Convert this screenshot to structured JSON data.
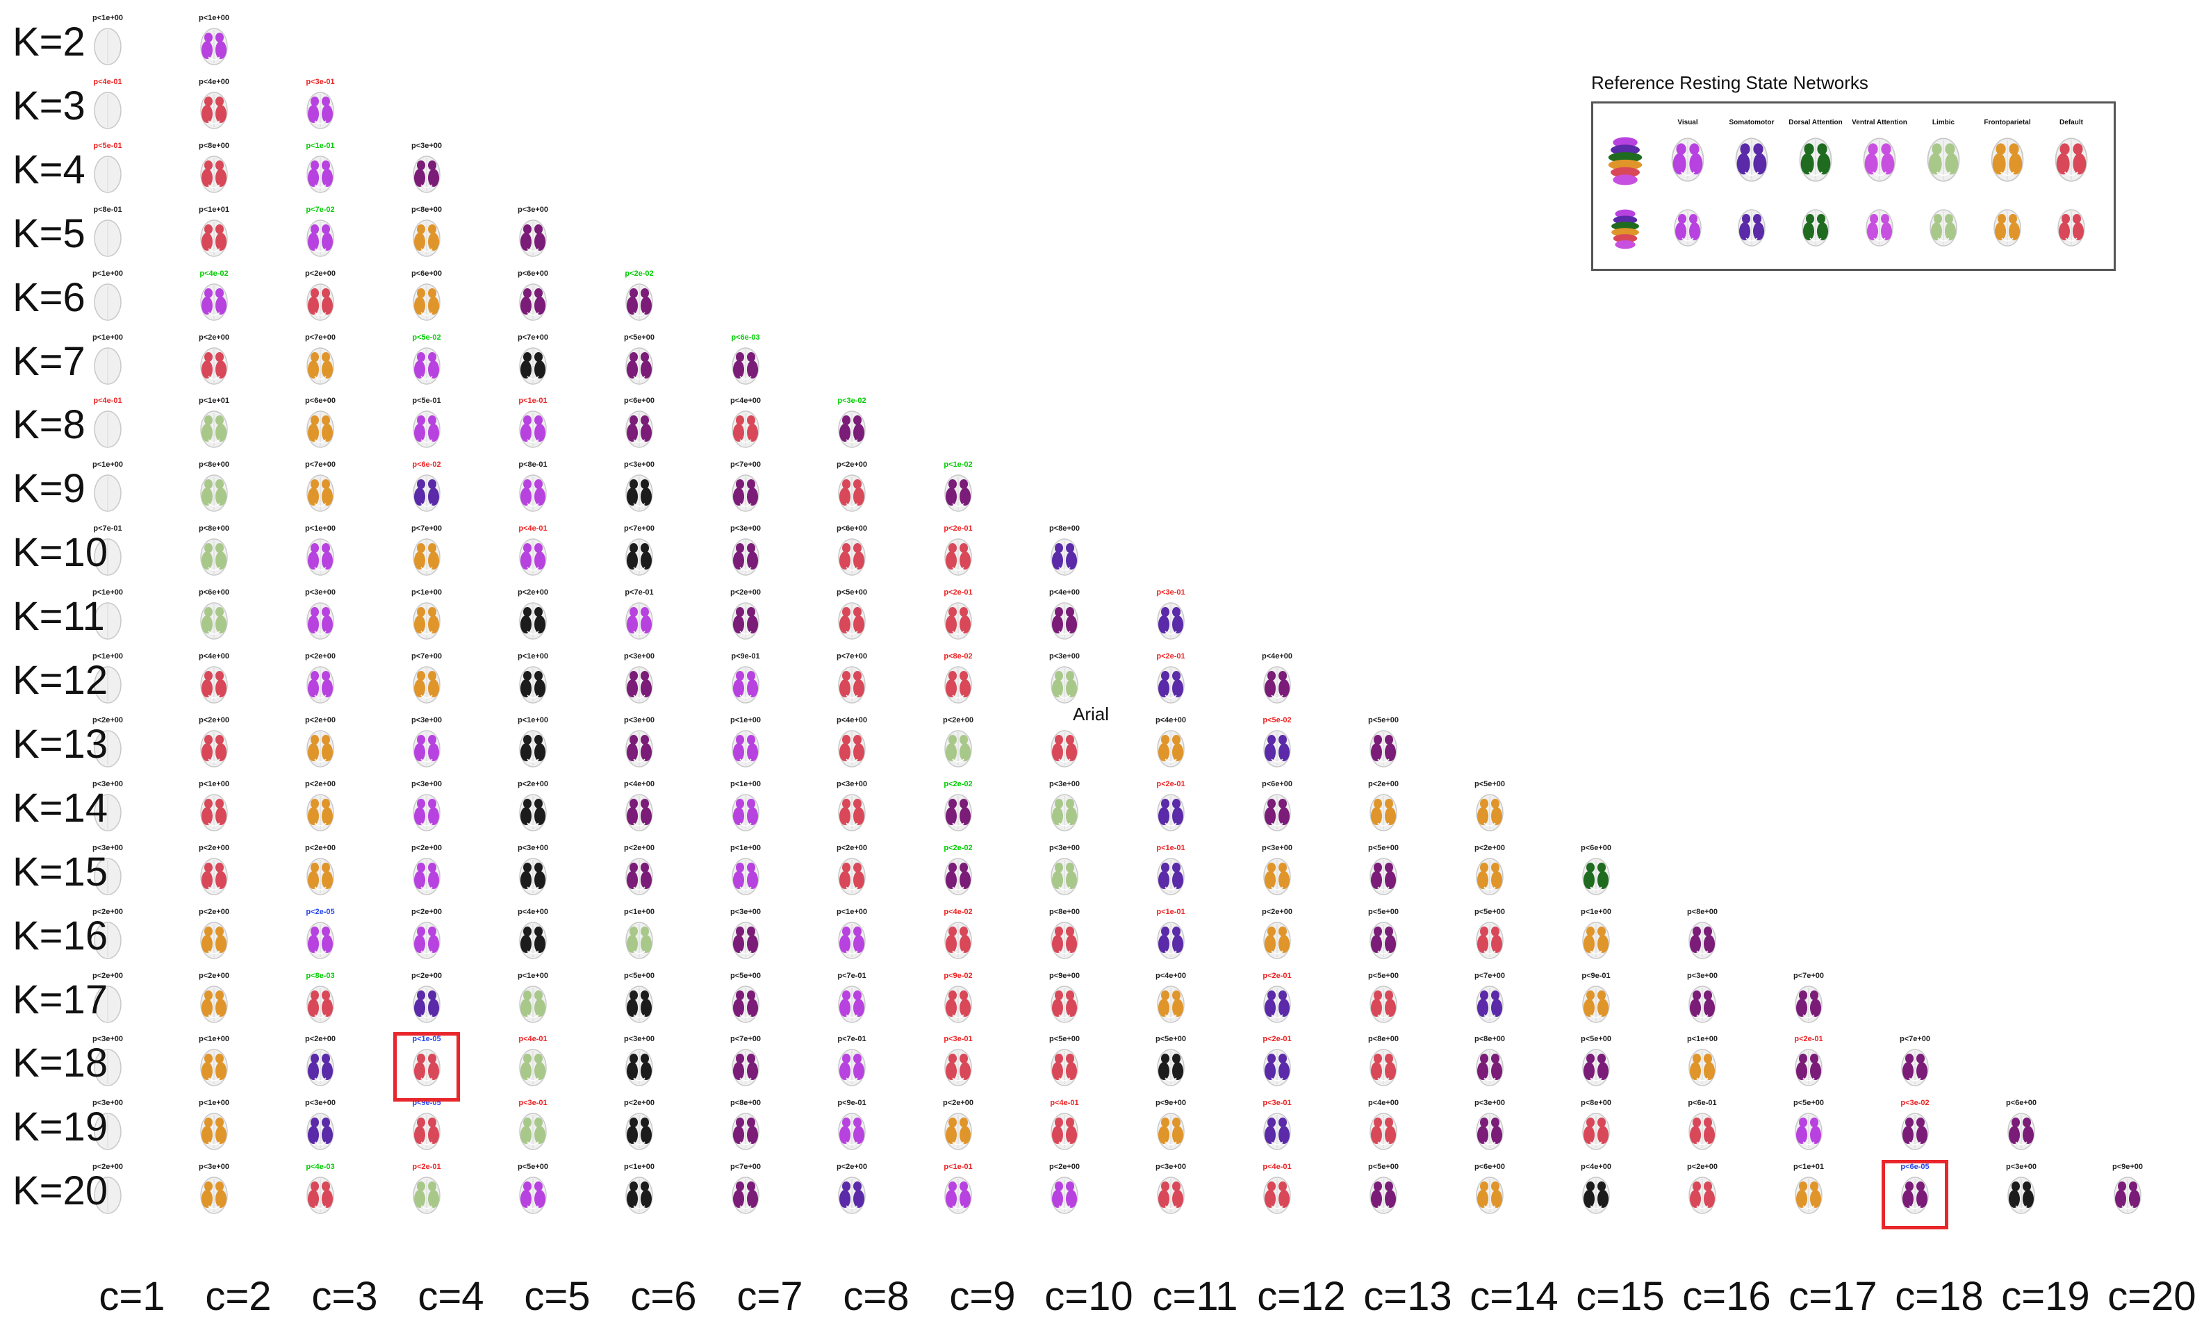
{
  "palette": {
    "visual": "#b842e0",
    "somatomotor": "#5a2aa8",
    "dorsal_attention": "#1f6b1f",
    "ventral_attention": "#c850e0",
    "limbic": "#a8c88a",
    "frontoparietal": "#e0952a",
    "default": "#d94858",
    "deep_purple": "#7a1c78",
    "black": "#1c1c1c",
    "empty": "#f0f0f0"
  },
  "pvalue_colors": {
    "k": "#222222",
    "r": "#ee2222",
    "g": "#00cc00",
    "b": "#2244ee"
  },
  "row_labels": [
    "K=2",
    "K=3",
    "K=4",
    "K=5",
    "K=6",
    "K=7",
    "K=8",
    "K=9",
    "K=10",
    "K=11",
    "K=12",
    "K=13",
    "K=14",
    "K=15",
    "K=16",
    "K=17",
    "K=18",
    "K=19",
    "K=20"
  ],
  "col_labels": [
    "c=1",
    "c=2",
    "c=3",
    "c=4",
    "c=5",
    "c=6",
    "c=7",
    "c=8",
    "c=9",
    "c=10",
    "c=11",
    "c=12",
    "c=13",
    "c=14",
    "c=15",
    "c=16",
    "c=17",
    "c=18",
    "c=19",
    "c=20"
  ],
  "legend": {
    "title": "Reference Resting State Networks",
    "networks": [
      {
        "name": "",
        "color": "composite"
      },
      {
        "name": "Visual",
        "color": "visual"
      },
      {
        "name": "Somatomotor",
        "color": "somatomotor"
      },
      {
        "name": "Dorsal Attention",
        "color": "dorsal_attention"
      },
      {
        "name": "Ventral Attention",
        "color": "ventral_attention"
      },
      {
        "name": "Limbic",
        "color": "limbic"
      },
      {
        "name": "Frontoparietal",
        "color": "frontoparietal"
      },
      {
        "name": "Default",
        "color": "default"
      }
    ]
  },
  "stray_text": "Arial",
  "highlights": [
    {
      "row": "K=18",
      "col": "c=4"
    },
    {
      "row": "K=20",
      "col": "c=18"
    }
  ],
  "grid": [
    [
      [
        "p<1e+00",
        "k",
        "empty"
      ],
      [
        "p<1e+00",
        "k",
        "visual"
      ]
    ],
    [
      [
        "p<4e-01",
        "r",
        "empty"
      ],
      [
        "p<4e+00",
        "k",
        "default"
      ],
      [
        "p<3e-01",
        "r",
        "visual"
      ]
    ],
    [
      [
        "p<5e-01",
        "r",
        "empty"
      ],
      [
        "p<8e+00",
        "k",
        "default"
      ],
      [
        "p<1e-01",
        "g",
        "visual"
      ],
      [
        "p<3e+00",
        "k",
        "deep_purple"
      ]
    ],
    [
      [
        "p<8e-01",
        "k",
        "empty"
      ],
      [
        "p<1e+01",
        "k",
        "default"
      ],
      [
        "p<7e-02",
        "g",
        "visual"
      ],
      [
        "p<8e+00",
        "k",
        "frontoparietal"
      ],
      [
        "p<3e+00",
        "k",
        "deep_purple"
      ]
    ],
    [
      [
        "p<1e+00",
        "k",
        "empty"
      ],
      [
        "p<4e-02",
        "g",
        "visual"
      ],
      [
        "p<2e+00",
        "k",
        "default"
      ],
      [
        "p<6e+00",
        "k",
        "frontoparietal"
      ],
      [
        "p<6e+00",
        "k",
        "deep_purple"
      ],
      [
        "p<2e-02",
        "g",
        "deep_purple"
      ]
    ],
    [
      [
        "p<1e+00",
        "k",
        "empty"
      ],
      [
        "p<2e+00",
        "k",
        "default"
      ],
      [
        "p<7e+00",
        "k",
        "frontoparietal"
      ],
      [
        "p<5e-02",
        "g",
        "visual"
      ],
      [
        "p<7e+00",
        "k",
        "black"
      ],
      [
        "p<5e+00",
        "k",
        "deep_purple"
      ],
      [
        "p<6e-03",
        "g",
        "deep_purple"
      ]
    ],
    [
      [
        "p<4e-01",
        "r",
        "empty"
      ],
      [
        "p<1e+01",
        "k",
        "limbic"
      ],
      [
        "p<6e+00",
        "k",
        "frontoparietal"
      ],
      [
        "p<5e-01",
        "k",
        "visual"
      ],
      [
        "p<1e-01",
        "r",
        "visual"
      ],
      [
        "p<6e+00",
        "k",
        "deep_purple"
      ],
      [
        "p<4e+00",
        "k",
        "default"
      ],
      [
        "p<3e-02",
        "g",
        "deep_purple"
      ]
    ],
    [
      [
        "p<1e+00",
        "k",
        "empty"
      ],
      [
        "p<8e+00",
        "k",
        "limbic"
      ],
      [
        "p<7e+00",
        "k",
        "frontoparietal"
      ],
      [
        "p<6e-02",
        "r",
        "somatomotor"
      ],
      [
        "p<8e-01",
        "k",
        "visual"
      ],
      [
        "p<3e+00",
        "k",
        "black"
      ],
      [
        "p<7e+00",
        "k",
        "deep_purple"
      ],
      [
        "p<2e+00",
        "k",
        "default"
      ],
      [
        "p<1e-02",
        "g",
        "deep_purple"
      ]
    ],
    [
      [
        "p<7e-01",
        "k",
        "empty"
      ],
      [
        "p<8e+00",
        "k",
        "limbic"
      ],
      [
        "p<1e+00",
        "k",
        "visual"
      ],
      [
        "p<7e+00",
        "k",
        "frontoparietal"
      ],
      [
        "p<4e-01",
        "r",
        "visual"
      ],
      [
        "p<7e+00",
        "k",
        "black"
      ],
      [
        "p<3e+00",
        "k",
        "deep_purple"
      ],
      [
        "p<6e+00",
        "k",
        "default"
      ],
      [
        "p<2e-01",
        "r",
        "default"
      ],
      [
        "p<8e+00",
        "k",
        "somatomotor"
      ]
    ],
    [
      [
        "p<1e+00",
        "k",
        "empty"
      ],
      [
        "p<6e+00",
        "k",
        "limbic"
      ],
      [
        "p<3e+00",
        "k",
        "visual"
      ],
      [
        "p<1e+00",
        "k",
        "frontoparietal"
      ],
      [
        "p<2e+00",
        "k",
        "black"
      ],
      [
        "p<7e-01",
        "k",
        "visual"
      ],
      [
        "p<2e+00",
        "k",
        "deep_purple"
      ],
      [
        "p<5e+00",
        "k",
        "default"
      ],
      [
        "p<2e-01",
        "r",
        "default"
      ],
      [
        "p<4e+00",
        "k",
        "deep_purple"
      ],
      [
        "p<3e-01",
        "r",
        "somatomotor"
      ]
    ],
    [
      [
        "p<1e+00",
        "k",
        "empty"
      ],
      [
        "p<4e+00",
        "k",
        "default"
      ],
      [
        "p<2e+00",
        "k",
        "visual"
      ],
      [
        "p<7e+00",
        "k",
        "frontoparietal"
      ],
      [
        "p<1e+00",
        "k",
        "black"
      ],
      [
        "p<3e+00",
        "k",
        "deep_purple"
      ],
      [
        "p<9e-01",
        "k",
        "visual"
      ],
      [
        "p<7e+00",
        "k",
        "default"
      ],
      [
        "p<8e-02",
        "r",
        "default"
      ],
      [
        "p<3e+00",
        "k",
        "limbic"
      ],
      [
        "p<2e-01",
        "r",
        "somatomotor"
      ],
      [
        "p<4e+00",
        "k",
        "deep_purple"
      ]
    ],
    [
      [
        "p<2e+00",
        "k",
        "empty"
      ],
      [
        "p<2e+00",
        "k",
        "default"
      ],
      [
        "p<2e+00",
        "k",
        "frontoparietal"
      ],
      [
        "p<3e+00",
        "k",
        "visual"
      ],
      [
        "p<1e+00",
        "k",
        "black"
      ],
      [
        "p<3e+00",
        "k",
        "deep_purple"
      ],
      [
        "p<1e+00",
        "k",
        "visual"
      ],
      [
        "p<4e+00",
        "k",
        "default"
      ],
      [
        "p<2e+00",
        "k",
        "limbic"
      ],
      [
        "",
        "k",
        "default"
      ],
      [
        "p<4e+00",
        "k",
        "frontoparietal"
      ],
      [
        "p<5e-02",
        "r",
        "somatomotor"
      ],
      [
        "p<5e+00",
        "k",
        "deep_purple"
      ]
    ],
    [
      [
        "p<3e+00",
        "k",
        "empty"
      ],
      [
        "p<1e+00",
        "k",
        "default"
      ],
      [
        "p<2e+00",
        "k",
        "frontoparietal"
      ],
      [
        "p<3e+00",
        "k",
        "visual"
      ],
      [
        "p<2e+00",
        "k",
        "black"
      ],
      [
        "p<4e+00",
        "k",
        "deep_purple"
      ],
      [
        "p<1e+00",
        "k",
        "visual"
      ],
      [
        "p<3e+00",
        "k",
        "default"
      ],
      [
        "p<2e-02",
        "g",
        "deep_purple"
      ],
      [
        "p<3e+00",
        "k",
        "limbic"
      ],
      [
        "p<2e-01",
        "r",
        "somatomotor"
      ],
      [
        "p<6e+00",
        "k",
        "deep_purple"
      ],
      [
        "p<2e+00",
        "k",
        "frontoparietal"
      ],
      [
        "p<5e+00",
        "k",
        "frontoparietal"
      ]
    ],
    [
      [
        "p<3e+00",
        "k",
        "empty"
      ],
      [
        "p<2e+00",
        "k",
        "default"
      ],
      [
        "p<2e+00",
        "k",
        "frontoparietal"
      ],
      [
        "p<2e+00",
        "k",
        "visual"
      ],
      [
        "p<3e+00",
        "k",
        "black"
      ],
      [
        "p<2e+00",
        "k",
        "deep_purple"
      ],
      [
        "p<1e+00",
        "k",
        "visual"
      ],
      [
        "p<2e+00",
        "k",
        "default"
      ],
      [
        "p<2e-02",
        "g",
        "deep_purple"
      ],
      [
        "p<3e+00",
        "k",
        "limbic"
      ],
      [
        "p<1e-01",
        "r",
        "somatomotor"
      ],
      [
        "p<3e+00",
        "k",
        "frontoparietal"
      ],
      [
        "p<5e+00",
        "k",
        "deep_purple"
      ],
      [
        "p<2e+00",
        "k",
        "frontoparietal"
      ],
      [
        "p<6e+00",
        "k",
        "dorsal_attention"
      ]
    ],
    [
      [
        "p<2e+00",
        "k",
        "empty"
      ],
      [
        "p<2e+00",
        "k",
        "frontoparietal"
      ],
      [
        "p<2e-05",
        "b",
        "visual"
      ],
      [
        "p<2e+00",
        "k",
        "visual"
      ],
      [
        "p<4e+00",
        "k",
        "black"
      ],
      [
        "p<1e+00",
        "k",
        "limbic"
      ],
      [
        "p<3e+00",
        "k",
        "deep_purple"
      ],
      [
        "p<1e+00",
        "k",
        "visual"
      ],
      [
        "p<4e-02",
        "r",
        "default"
      ],
      [
        "p<8e+00",
        "k",
        "default"
      ],
      [
        "p<1e-01",
        "r",
        "somatomotor"
      ],
      [
        "p<2e+00",
        "k",
        "frontoparietal"
      ],
      [
        "p<5e+00",
        "k",
        "deep_purple"
      ],
      [
        "p<5e+00",
        "k",
        "default"
      ],
      [
        "p<1e+00",
        "k",
        "frontoparietal"
      ],
      [
        "p<8e+00",
        "k",
        "deep_purple"
      ]
    ],
    [
      [
        "p<2e+00",
        "k",
        "empty"
      ],
      [
        "p<2e+00",
        "k",
        "frontoparietal"
      ],
      [
        "p<8e-03",
        "g",
        "default"
      ],
      [
        "p<2e+00",
        "k",
        "somatomotor"
      ],
      [
        "p<1e+00",
        "k",
        "limbic"
      ],
      [
        "p<5e+00",
        "k",
        "black"
      ],
      [
        "p<5e+00",
        "k",
        "deep_purple"
      ],
      [
        "p<7e-01",
        "k",
        "visual"
      ],
      [
        "p<9e-02",
        "r",
        "default"
      ],
      [
        "p<9e+00",
        "k",
        "default"
      ],
      [
        "p<4e+00",
        "k",
        "frontoparietal"
      ],
      [
        "p<2e-01",
        "r",
        "somatomotor"
      ],
      [
        "p<5e+00",
        "k",
        "default"
      ],
      [
        "p<7e+00",
        "k",
        "somatomotor"
      ],
      [
        "p<9e-01",
        "k",
        "frontoparietal"
      ],
      [
        "p<3e+00",
        "k",
        "deep_purple"
      ],
      [
        "p<7e+00",
        "k",
        "deep_purple"
      ]
    ],
    [
      [
        "p<3e+00",
        "k",
        "empty"
      ],
      [
        "p<1e+00",
        "k",
        "frontoparietal"
      ],
      [
        "p<2e+00",
        "k",
        "somatomotor"
      ],
      [
        "p<1e-05",
        "b",
        "default"
      ],
      [
        "p<4e-01",
        "r",
        "limbic"
      ],
      [
        "p<3e+00",
        "k",
        "black"
      ],
      [
        "p<7e+00",
        "k",
        "deep_purple"
      ],
      [
        "p<7e-01",
        "k",
        "visual"
      ],
      [
        "p<3e-01",
        "r",
        "default"
      ],
      [
        "p<5e+00",
        "k",
        "default"
      ],
      [
        "p<5e+00",
        "k",
        "black"
      ],
      [
        "p<2e-01",
        "r",
        "somatomotor"
      ],
      [
        "p<8e+00",
        "k",
        "default"
      ],
      [
        "p<8e+00",
        "k",
        "deep_purple"
      ],
      [
        "p<5e+00",
        "k",
        "deep_purple"
      ],
      [
        "p<1e+00",
        "k",
        "frontoparietal"
      ],
      [
        "p<2e-01",
        "r",
        "deep_purple"
      ],
      [
        "p<7e+00",
        "k",
        "deep_purple"
      ]
    ],
    [
      [
        "p<3e+00",
        "k",
        "empty"
      ],
      [
        "p<1e+00",
        "k",
        "frontoparietal"
      ],
      [
        "p<3e+00",
        "k",
        "somatomotor"
      ],
      [
        "p<9e-05",
        "b",
        "default"
      ],
      [
        "p<3e-01",
        "r",
        "limbic"
      ],
      [
        "p<2e+00",
        "k",
        "black"
      ],
      [
        "p<8e+00",
        "k",
        "deep_purple"
      ],
      [
        "p<9e-01",
        "k",
        "visual"
      ],
      [
        "p<2e+00",
        "k",
        "frontoparietal"
      ],
      [
        "p<4e-01",
        "r",
        "default"
      ],
      [
        "p<9e+00",
        "k",
        "frontoparietal"
      ],
      [
        "p<3e-01",
        "r",
        "somatomotor"
      ],
      [
        "p<4e+00",
        "k",
        "default"
      ],
      [
        "p<3e+00",
        "k",
        "deep_purple"
      ],
      [
        "p<8e+00",
        "k",
        "default"
      ],
      [
        "p<6e-01",
        "k",
        "default"
      ],
      [
        "p<5e+00",
        "k",
        "visual"
      ],
      [
        "p<3e-02",
        "r",
        "deep_purple"
      ],
      [
        "p<6e+00",
        "k",
        "deep_purple"
      ]
    ],
    [
      [
        "p<2e+00",
        "k",
        "empty"
      ],
      [
        "p<3e+00",
        "k",
        "frontoparietal"
      ],
      [
        "p<4e-03",
        "g",
        "default"
      ],
      [
        "p<2e-01",
        "r",
        "limbic"
      ],
      [
        "p<5e+00",
        "k",
        "visual"
      ],
      [
        "p<1e+00",
        "k",
        "black"
      ],
      [
        "p<7e+00",
        "k",
        "deep_purple"
      ],
      [
        "p<2e+00",
        "k",
        "somatomotor"
      ],
      [
        "p<1e-01",
        "r",
        "visual"
      ],
      [
        "p<2e+00",
        "k",
        "visual"
      ],
      [
        "p<3e+00",
        "k",
        "default"
      ],
      [
        "p<4e-01",
        "r",
        "default"
      ],
      [
        "p<5e+00",
        "k",
        "deep_purple"
      ],
      [
        "p<6e+00",
        "k",
        "frontoparietal"
      ],
      [
        "p<4e+00",
        "k",
        "black"
      ],
      [
        "p<2e+00",
        "k",
        "default"
      ],
      [
        "p<1e+01",
        "k",
        "frontoparietal"
      ],
      [
        "p<6e-05",
        "b",
        "deep_purple"
      ],
      [
        "p<3e+00",
        "k",
        "black"
      ],
      [
        "p<9e+00",
        "k",
        "deep_purple"
      ]
    ]
  ]
}
